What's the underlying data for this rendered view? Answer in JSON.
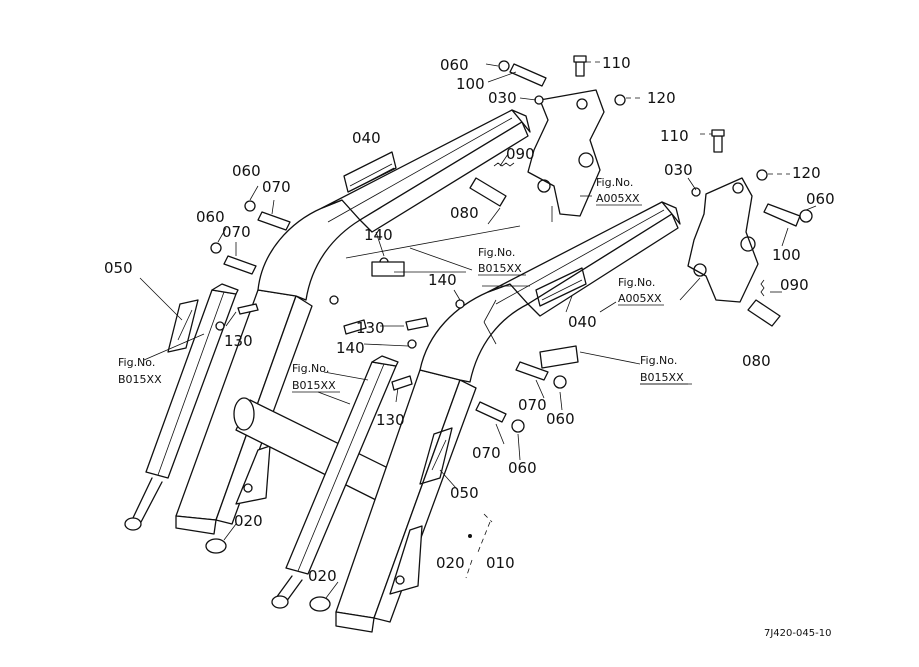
{
  "diagram": {
    "title": "",
    "drawing_code": "7J420-045-10"
  },
  "callouts": {
    "c010": "010",
    "c020a": "020",
    "c020b": "020",
    "c020c": "020",
    "c030a": "030",
    "c030b": "030",
    "c040a": "040",
    "c040b": "040",
    "c050a": "050",
    "c050b": "050",
    "c060a": "060",
    "c060b": "060",
    "c060c": "060",
    "c060d": "060",
    "c060e": "060",
    "c060f": "060",
    "c070a": "070",
    "c070b": "070",
    "c070c": "070",
    "c070d": "070",
    "c080a": "080",
    "c080b": "080",
    "c090a": "090",
    "c090b": "090",
    "c100a": "100",
    "c100b": "100",
    "c110a": "110",
    "c110b": "110",
    "c120a": "120",
    "c120b": "120",
    "c130a": "130",
    "c130b": "130",
    "c130c": "130",
    "c140a": "140",
    "c140b": "140",
    "c140c": "140"
  },
  "fig_refs": {
    "fig_label": "Fig.No.",
    "b015": "B015XX",
    "a005": "A005XX"
  }
}
